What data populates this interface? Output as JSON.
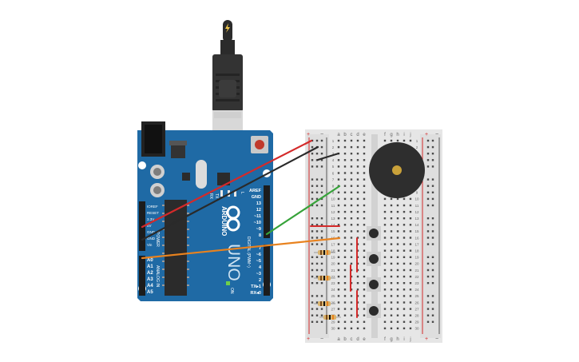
{
  "arduino": {
    "logo_text": "ARDUINO",
    "model_text": "UNO",
    "on_label": "ON",
    "l_label": "L",
    "tx_label": "TX",
    "rx_label": "RX",
    "power_header_label": "POWER",
    "analog_header_label": "ANALOG IN",
    "digital_header_label": "DIGITAL (PWM~)",
    "power_pins": [
      "IOREF",
      "RESET",
      "3.3V",
      "5V",
      "GND",
      "GND",
      "Vin"
    ],
    "analog_pins": [
      "A0",
      "A1",
      "A2",
      "A3",
      "A4",
      "A5"
    ],
    "digital_pins_top": [
      "AREF",
      "GND",
      "13",
      "12",
      "~11",
      "~10",
      "~9",
      "8"
    ],
    "digital_pins_bottom": [
      "7",
      "~6",
      "~5",
      "4",
      "~3",
      "2",
      "TX▸1",
      "RX◂0"
    ]
  },
  "usb_cable": {
    "icon": "lightning-bolt-icon"
  },
  "breadboard": {
    "left_columns": [
      "a",
      "b",
      "c",
      "d",
      "e"
    ],
    "right_columns": [
      "f",
      "g",
      "h",
      "i",
      "j"
    ],
    "rail_plus": "+",
    "rail_minus": "−",
    "row_count": 30
  },
  "colors": {
    "board": "#1f6aa5",
    "wire_red": "#d42a2a",
    "wire_black": "#2a2a2a",
    "wire_green": "#37a33a",
    "wire_orange": "#e8821e",
    "breadboard": "#e9e9e9",
    "buzzer": "#2e2e2e",
    "buzzer_center": "#c9a13a"
  }
}
